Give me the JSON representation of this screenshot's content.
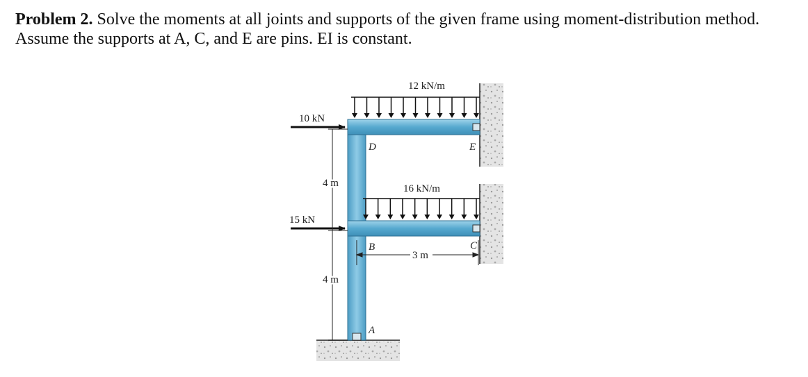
{
  "problem": {
    "label": "Problem 2.",
    "line1": " Solve the moments at all joints and supports of the given frame using moment-distribution method.",
    "line2": "Assume the supports at A, C, and E are pins. EI is constant."
  },
  "figure": {
    "top_load": "12 kN/m",
    "mid_load": "16 kN/m",
    "force_top": "10 kN",
    "force_mid": "15 kN",
    "height_upper": "4 m",
    "height_lower": "4 m",
    "span": "3 m",
    "joint_d": "D",
    "joint_e": "E",
    "joint_b": "B",
    "joint_c": "C",
    "joint_a": "A"
  }
}
